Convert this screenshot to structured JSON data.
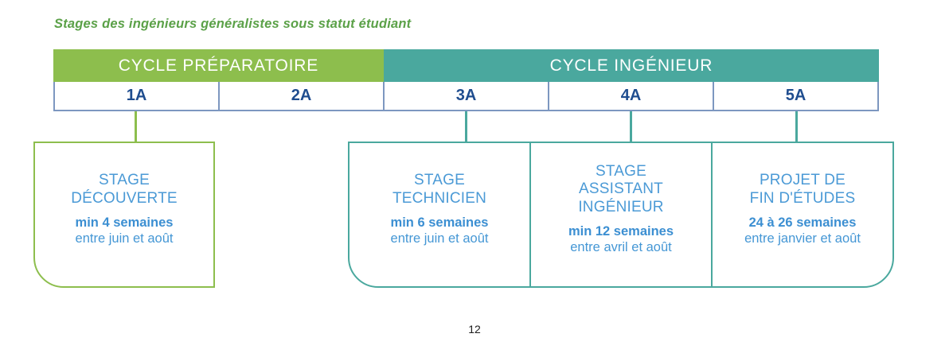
{
  "page": {
    "title": "Stages des ingénieurs généralistes sous statut étudiant",
    "page_number": "12"
  },
  "colors": {
    "cycle_prepa_green": "#8dbe4d",
    "cycle_ingenieur_teal": "#4aa89e",
    "doc_title_green": "#5ba148",
    "year_label_navy": "#1f4d8f",
    "table_border_blue": "#7d97c0",
    "box_text_blue": "#4597d5"
  },
  "timeline": {
    "cycles": [
      {
        "label": "CYCLE PRÉPARATOIRE"
      },
      {
        "label": "CYCLE INGÉNIEUR"
      }
    ],
    "years": [
      {
        "label": "1A"
      },
      {
        "label": "2A"
      },
      {
        "label": "3A"
      },
      {
        "label": "4A"
      },
      {
        "label": "5A"
      }
    ]
  },
  "internships": [
    {
      "title": "STAGE\nDÉCOUVERTE",
      "duration": "min 4 semaines",
      "period": "entre juin et août"
    },
    {
      "title": "STAGE\nTECHNICIEN",
      "duration": "min 6 semaines",
      "period": "entre juin et août"
    },
    {
      "title": "STAGE\nASSISTANT\nINGÉNIEUR",
      "duration": "min 12 semaines",
      "period": "entre avril et août"
    },
    {
      "title": "PROJET DE\nFIN D'ÉTUDES",
      "duration": "24 à 26 semaines",
      "period": "entre janvier et août"
    }
  ]
}
